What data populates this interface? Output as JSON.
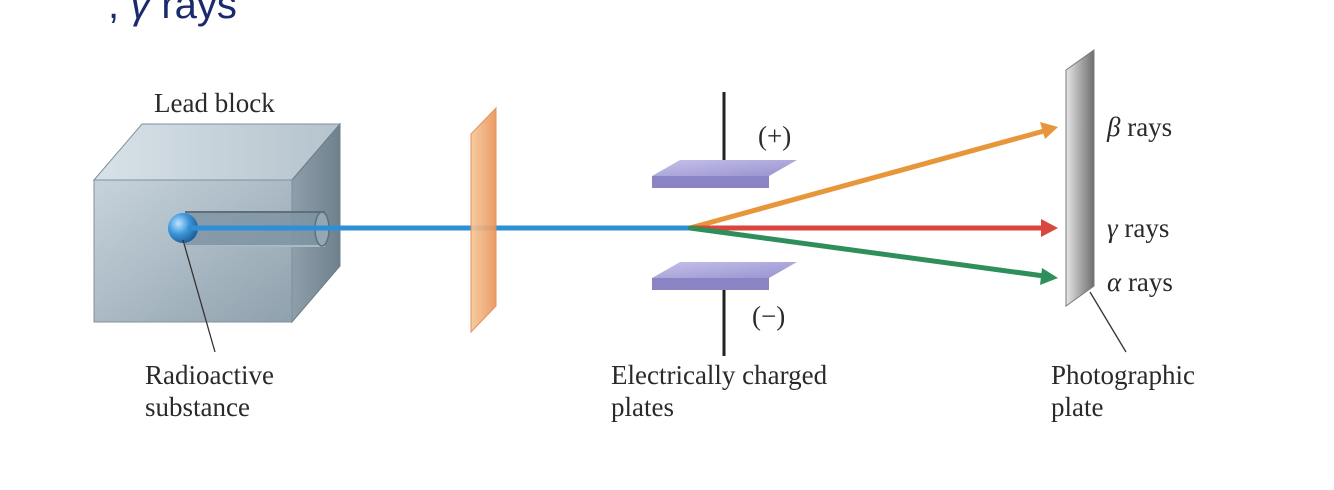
{
  "title": {
    "prefix": ", ",
    "symbol": "γ",
    "text": " rays"
  },
  "labels": {
    "lead_block": "Lead block",
    "radioactive_line1": "Radioactive",
    "radioactive_line2": "substance",
    "plates_line1": "Electrically charged",
    "plates_line2": "plates",
    "photo_line1": "Photographic",
    "photo_line2": "plate",
    "plus": "(+)",
    "minus": "(−)"
  },
  "rays": [
    {
      "symbol": "β",
      "label": " rays",
      "color": "#e8963a"
    },
    {
      "symbol": "γ",
      "label": " rays",
      "color": "#d9453f"
    },
    {
      "symbol": "α",
      "label": " rays",
      "color": "#2f8f5a"
    }
  ],
  "colors": {
    "beam": "#2d8fd6",
    "filter": "#f2b07a",
    "plate": "#a8a3d8",
    "title": "#1b2a6b"
  }
}
